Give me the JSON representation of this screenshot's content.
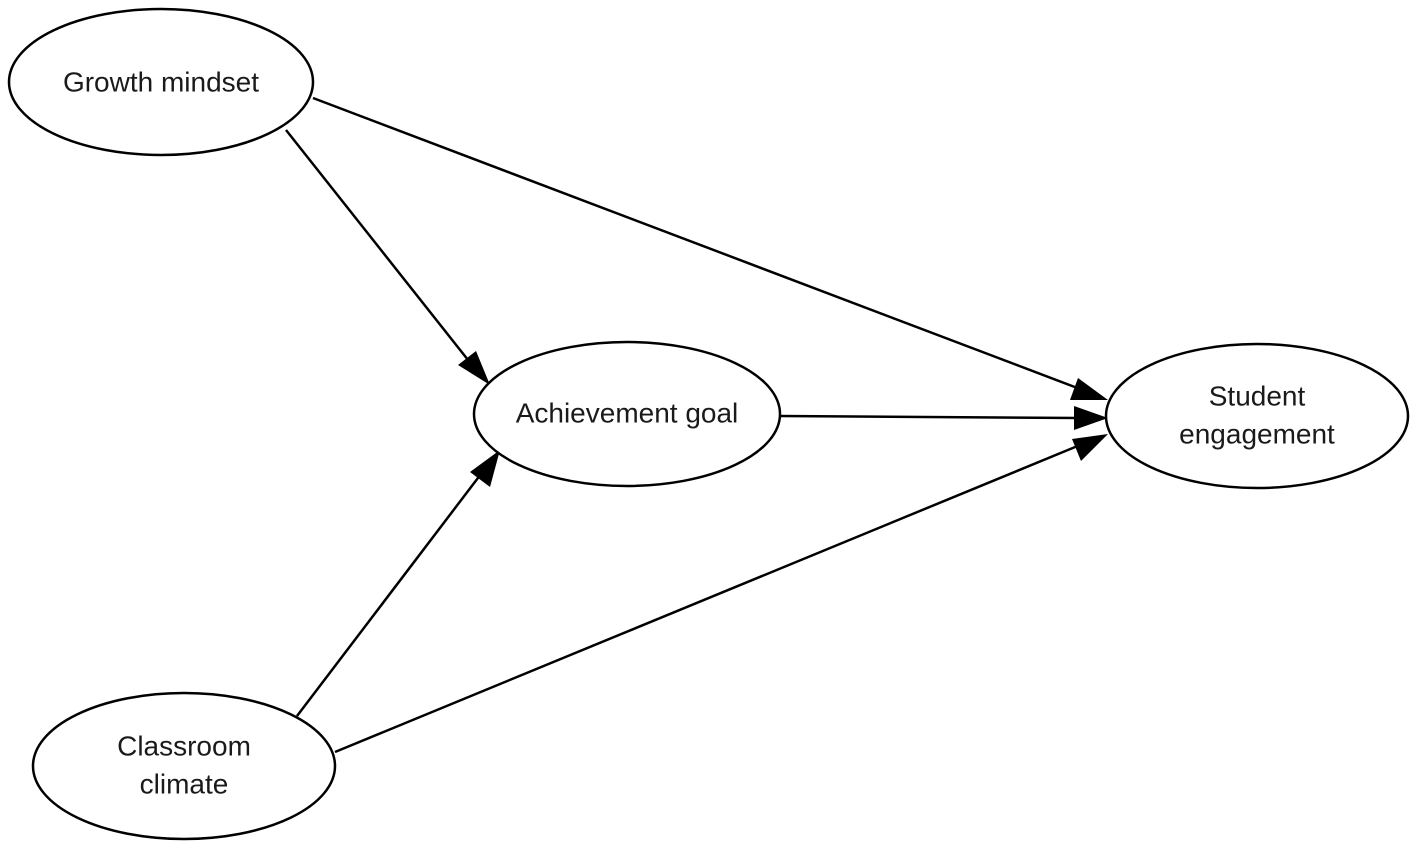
{
  "diagram": {
    "nodes": {
      "growth_mindset": {
        "lines": [
          "Growth mindset"
        ]
      },
      "classroom_climate": {
        "lines": [
          "Classroom",
          "climate"
        ]
      },
      "achievement_goal": {
        "lines": [
          "Achievement goal"
        ]
      },
      "student_engagement": {
        "lines": [
          "Student",
          "engagement"
        ]
      }
    },
    "edges": [
      {
        "from": "growth_mindset",
        "to": "achievement_goal"
      },
      {
        "from": "growth_mindset",
        "to": "student_engagement"
      },
      {
        "from": "classroom_climate",
        "to": "achievement_goal"
      },
      {
        "from": "classroom_climate",
        "to": "student_engagement"
      },
      {
        "from": "achievement_goal",
        "to": "student_engagement"
      }
    ],
    "colors": {
      "stroke": "#000000",
      "background": "#ffffff",
      "text": "#1a1a1a"
    }
  }
}
